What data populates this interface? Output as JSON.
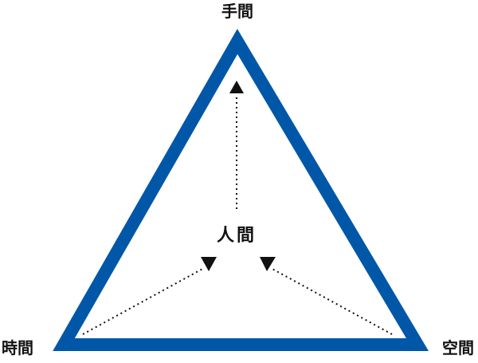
{
  "labels": {
    "top": "手間",
    "center": "人間",
    "left": "時間",
    "right": "空間"
  },
  "colors": {
    "triangle_stroke": "#0057A8",
    "arrow": "#111111",
    "text": "#111111",
    "background": "#ffffff"
  }
}
